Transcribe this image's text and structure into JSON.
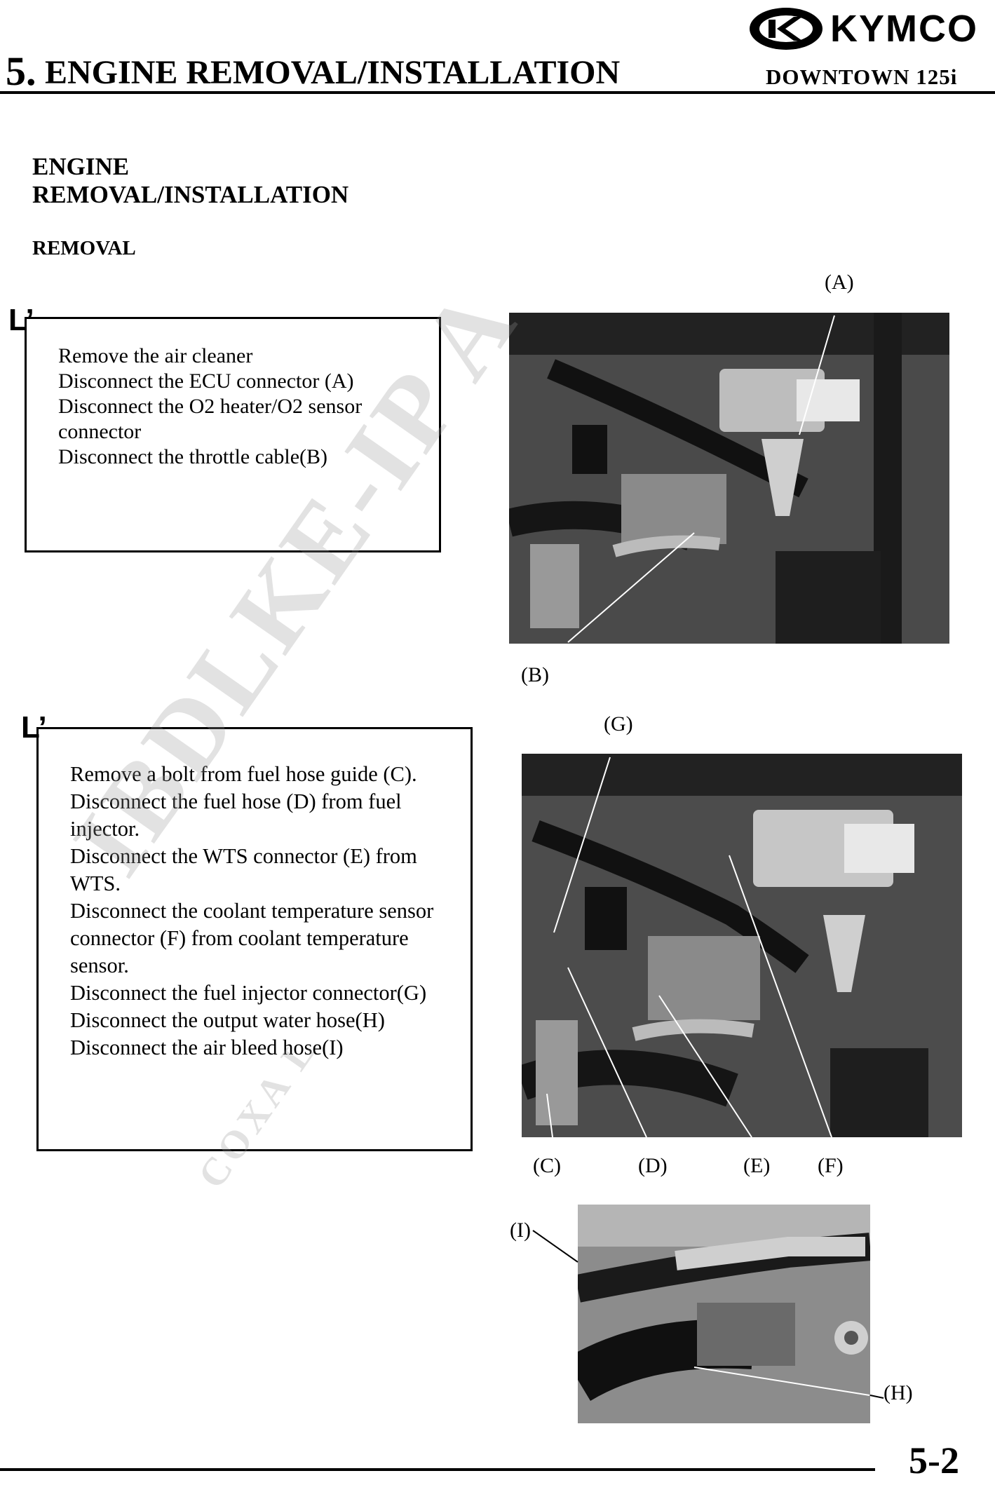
{
  "header": {
    "brand": "KYMCO",
    "chapter_number": "5.",
    "chapter_title": "ENGINE REMOVAL/INSTALLATION",
    "model": "DOWNTOWN 125i"
  },
  "section": {
    "title_line1": "ENGINE",
    "title_line2": "REMOVAL/INSTALLATION",
    "subtitle": "REMOVAL"
  },
  "markers": {
    "step1": "L’",
    "step2": "L’"
  },
  "step1": {
    "lines": [
      "Remove the air cleaner",
      "Disconnect the ECU connector (A)",
      "Disconnect the O2 heater/O2 sensor connector",
      "Disconnect the throttle cable(B)"
    ]
  },
  "step2": {
    "lines": [
      "Remove a bolt from fuel hose guide (C).",
      "Disconnect the fuel hose (D) from fuel injector.",
      "Disconnect the WTS connector (E) from WTS.",
      "Disconnect the coolant temperature sensor connector (F) from coolant temperature sensor.",
      "Disconnect the fuel injector connector(G)",
      "Disconnect the output water hose(H)",
      "Disconnect the air bleed hose(I)"
    ]
  },
  "photo_labels": {
    "a": "(A)",
    "b": "(B)",
    "c": "(C)",
    "d": "(D)",
    "e": "(E)",
    "f": "(F)",
    "g": "(G)",
    "h": "(H)",
    "i": "(I)"
  },
  "watermark": {
    "main": "IBDLKE-IP A",
    "sub": "COXA L"
  },
  "footer": {
    "page_number": "5-2"
  }
}
